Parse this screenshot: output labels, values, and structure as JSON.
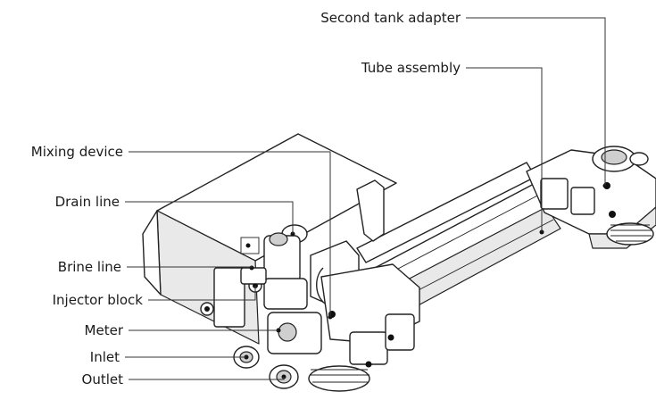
{
  "callouts": {
    "second_tank_adapter": "Second tank adapter",
    "tube_assembly": "Tube assembly",
    "mixing_device": "Mixing device",
    "drain_line": "Drain line",
    "brine_line": "Brine line",
    "injector_block": "Injector block",
    "meter": "Meter",
    "inlet": "Inlet",
    "outlet": "Outlet"
  }
}
